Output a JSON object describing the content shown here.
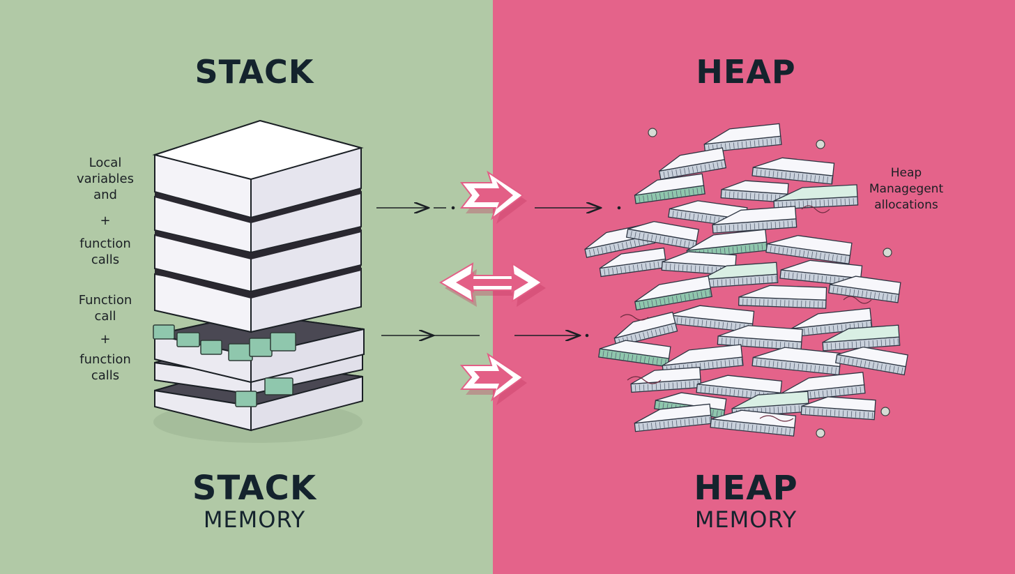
{
  "colors": {
    "stack_bg": "#b1c9a6",
    "heap_bg": "#e4638a",
    "title_text": "#14232d",
    "block_top": "#ffffff",
    "block_side": "#e1e0ea",
    "block_dark": "#4a4853",
    "data_chip": "#8fc7ad"
  },
  "stack": {
    "title": "STACK",
    "footer_title": "STACK",
    "footer_subtitle": "MEMORY",
    "labels": {
      "group1": [
        "Local",
        "variables",
        "and",
        "+",
        "function",
        "calls"
      ],
      "group2": [
        "Function",
        "call",
        "+",
        "function",
        "calls"
      ]
    }
  },
  "heap": {
    "title": "HEAP",
    "footer_title": "HEAP",
    "footer_subtitle": "MEMORY",
    "labels": {
      "management": [
        "Heap",
        "Managegent",
        "allocations"
      ]
    }
  },
  "icons": [
    "right-arrow-icon",
    "double-arrow-icon",
    "pointer-arrow-icon"
  ]
}
